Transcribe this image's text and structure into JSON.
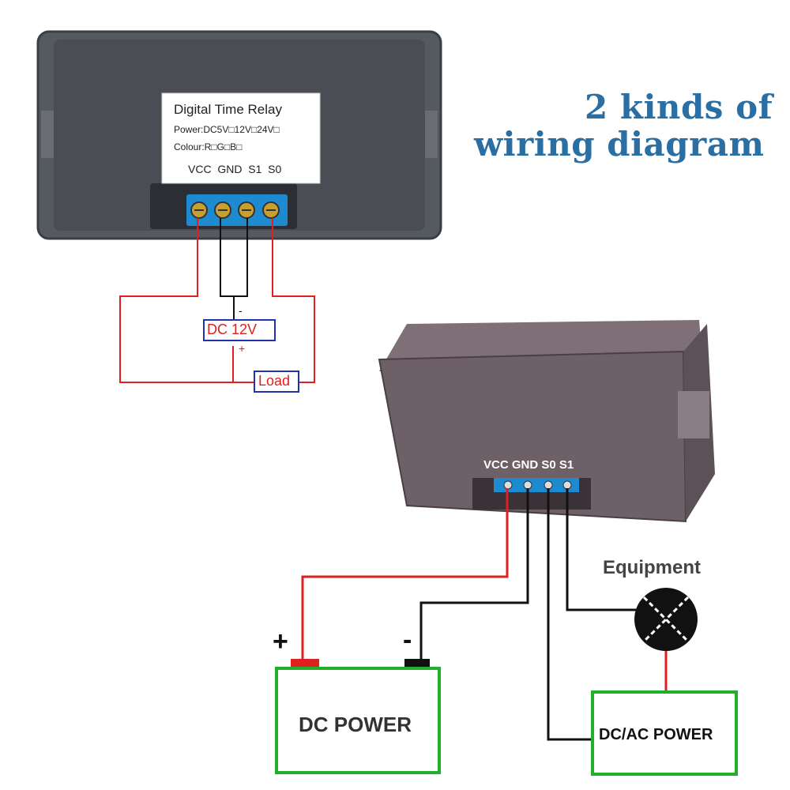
{
  "title": {
    "line1": "2 kinds of",
    "line2": "wiring diagram"
  },
  "top_device": {
    "label_title": "Digital Time Relay",
    "label_power": "Power:DC5V□12V□24V□",
    "label_colour": "Colour:R□G□B□",
    "terminals": "VCC  GND  S1  S0"
  },
  "top_circuit": {
    "source_label": "DC 12V",
    "minus": "-",
    "plus": "+",
    "load_label": "Load"
  },
  "bottom_device": {
    "terminals": "VCC GND S0 S1"
  },
  "bottom_circuit": {
    "plus": "+",
    "minus": "-",
    "dc_power": "DC POWER",
    "equipment": "Equipment",
    "dcac_power": "DC/AC POWER"
  },
  "colors": {
    "red_wire": "#e0201f",
    "black_wire": "#111111",
    "green_box": "#22b02a",
    "blue_box": "#2233aa",
    "title_blue": "#2a6fa3"
  }
}
